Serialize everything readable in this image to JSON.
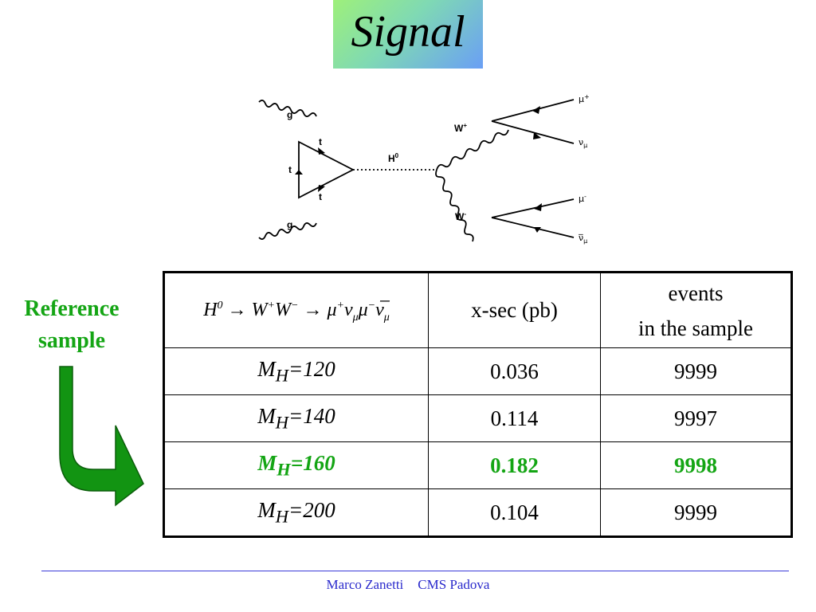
{
  "title": "Signal",
  "diagram": {
    "gluon_top": "g",
    "gluon_bottom": "g",
    "top_upper": "t",
    "top_left": "t",
    "top_lower": "t",
    "higgs": "H",
    "higgs_sup": "0",
    "w_plus": "W",
    "w_plus_sup": "+",
    "w_minus": "W",
    "w_minus_sup": "-",
    "mu_plus": "μ",
    "mu_plus_sup": "+",
    "nu_mu": "ν",
    "nu_mu_sub": "μ",
    "mu_minus": "μ",
    "mu_minus_sup": "-",
    "nubar_mu": "ν̅",
    "nubar_mu_sub": "μ"
  },
  "reference_label": {
    "line1": "Reference",
    "line2": "sample"
  },
  "table": {
    "header": {
      "process": {
        "H": "H",
        "H_sup": "0",
        "arrow1": " → ",
        "W1": "W",
        "W1_sup": "+",
        "W2": "W",
        "W2_sup": "−",
        "arrow2": " → ",
        "mu1": "μ",
        "mu1_sup": "+",
        "nu1": "ν",
        "nu1_sub": "μ",
        "mu2": "μ",
        "mu2_sup": "−",
        "nu2": "ν̅",
        "nu2_sub": "μ"
      },
      "xsec": "x-sec (pb)",
      "events_line1": "events",
      "events_line2": "in the sample"
    },
    "rows": [
      {
        "M": "M",
        "sub": "H",
        "mass": "=120",
        "xsec": "0.036",
        "events": "9999"
      },
      {
        "M": "M",
        "sub": "H",
        "mass": "=140",
        "xsec": "0.114",
        "events": "9997"
      },
      {
        "M": "M",
        "sub": "H",
        "mass": "=160",
        "xsec": "0.182",
        "events": "9998"
      },
      {
        "M": "M",
        "sub": "H",
        "mass": "=200",
        "xsec": "0.104",
        "events": "9999"
      }
    ],
    "highlight_color": "#14a514"
  },
  "footer": {
    "author": "Marco Zanetti",
    "institute": "CMS Padova"
  },
  "colors": {
    "title_gradient_start": "#9ef07a",
    "title_gradient_end": "#6a9ff5",
    "highlight": "#14a514",
    "footer": "#2b2bcc"
  }
}
